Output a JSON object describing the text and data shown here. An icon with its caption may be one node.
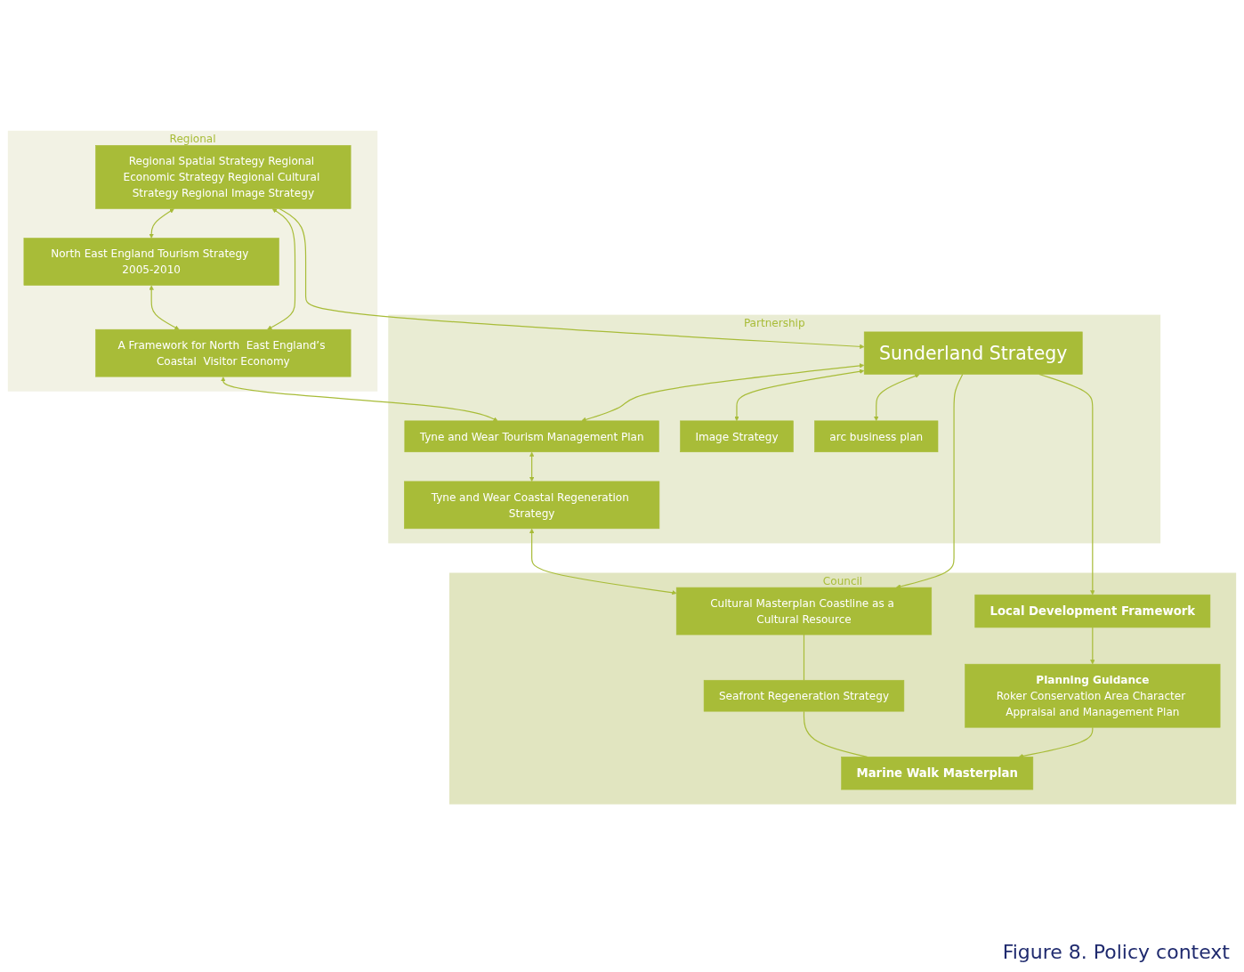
{
  "diagram": {
    "caption": "Figure 8. Policy context",
    "nodes": [
      {
        "text": [
          "Regional"
        ]
      },
      {
        "text": [
          "Regional Spatial Strategy Regional Economic Strategy Regional Cultural Strategy Regional Image Strategy"
        ],
        "in": 0
      },
      {
        "text": [
          "North East England Tourism Strategy 2005-2010"
        ],
        "in": 0
      },
      {
        "text": [
          "A Framework for North  East England’s Coastal  Visitor Economy"
        ],
        "in": 0
      },
      {
        "text": [
          "Partnership"
        ]
      },
      {
        "text": [
          "Sunderland Strategy"
        ],
        "in": 4
      },
      {
        "text": [
          "Tyne and Wear Tourism Management Plan"
        ],
        "in": 4
      },
      {
        "text": [
          "Image Strategy"
        ],
        "in": 4
      },
      {
        "text": [
          "arc business plan"
        ],
        "in": 4
      },
      {
        "text": [
          "Tyne and Wear Coastal Regeneration Strategy"
        ],
        "in": 4
      },
      {
        "text": [
          "Council"
        ]
      },
      {
        "text": [
          "Local Development Framework"
        ],
        "in": 10
      },
      {
        "text": [
          "Cultural Masterplan Coastline as a Cultural Resource"
        ],
        "in": 10
      },
      {
        "text": [
          "Planning Guidance",
          "Roker Conservation Area Character Appraisal and Management Plan"
        ],
        "in": 10
      },
      {
        "text": [
          "Seafront Regeneration Strategy"
        ],
        "in": 10
      },
      {
        "text": [
          "Marine Walk Masterplan"
        ],
        "in": 10
      }
    ],
    "edges": [
      {
        "from": 1,
        "to": 2,
        "arrow": "both"
      },
      {
        "from": 2,
        "to": 3,
        "arrow": "both"
      },
      {
        "from": 1,
        "to": 3,
        "arrow": "both"
      },
      {
        "from": 1,
        "to": 5,
        "arrow": "to"
      },
      {
        "from": 3,
        "to": 6,
        "arrow": "both"
      },
      {
        "from": 5,
        "to": 6,
        "arrow": "both"
      },
      {
        "from": 5,
        "to": 7,
        "arrow": "both"
      },
      {
        "from": 5,
        "to": 8,
        "arrow": "both"
      },
      {
        "from": 6,
        "to": 9,
        "arrow": "both"
      },
      {
        "from": 9,
        "to": 12,
        "arrow": "both"
      },
      {
        "from": 5,
        "to": 11,
        "arrow": "to"
      },
      {
        "from": 5,
        "to": 12,
        "arrow": "to"
      },
      {
        "from": 11,
        "to": 13,
        "arrow": "to"
      },
      {
        "from": 12,
        "to": 14,
        "arrow": "none"
      },
      {
        "from": 14,
        "to": 15,
        "arrow": "none"
      },
      {
        "from": 13,
        "to": 15,
        "arrow": "to"
      }
    ]
  }
}
